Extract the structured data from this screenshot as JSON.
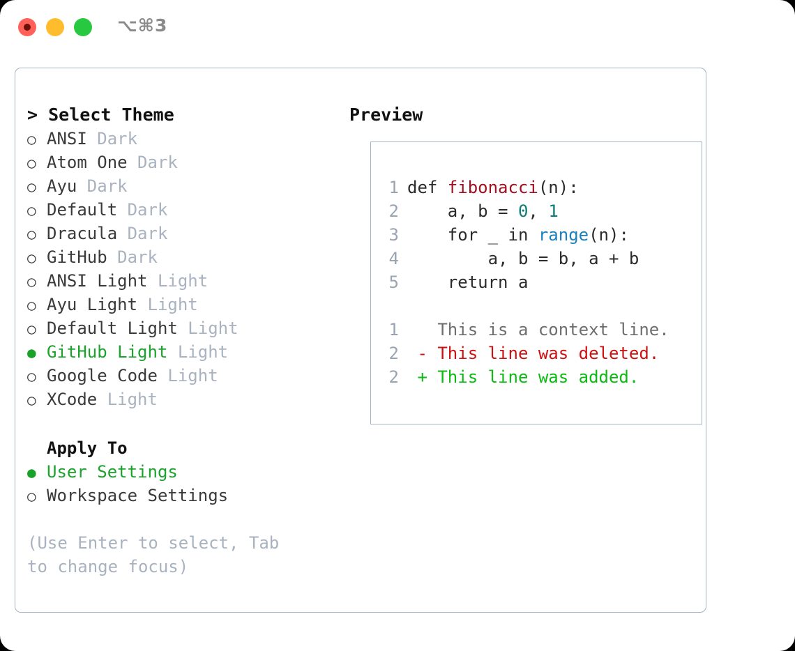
{
  "titlebar": {
    "traffic_lights": [
      {
        "name": "close",
        "color": "#ff6159"
      },
      {
        "name": "minimize",
        "color": "#ffbd2e"
      },
      {
        "name": "maximize",
        "color": "#28c840"
      }
    ],
    "shortcut": "⌥⌘3"
  },
  "theme_panel": {
    "header_prefix": ">",
    "header": "Select Theme",
    "bullet_empty": "○",
    "bullet_filled": "●",
    "items": [
      {
        "label": "ANSI",
        "kind": "Dark",
        "selected": false
      },
      {
        "label": "Atom One",
        "kind": "Dark",
        "selected": false
      },
      {
        "label": "Ayu",
        "kind": "Dark",
        "selected": false
      },
      {
        "label": "Default",
        "kind": "Dark",
        "selected": false
      },
      {
        "label": "Dracula",
        "kind": "Dark",
        "selected": false
      },
      {
        "label": "GitHub",
        "kind": "Dark",
        "selected": false
      },
      {
        "label": "ANSI Light",
        "kind": "Light",
        "selected": false
      },
      {
        "label": "Ayu Light",
        "kind": "Light",
        "selected": false
      },
      {
        "label": "Default Light",
        "kind": "Light",
        "selected": false
      },
      {
        "label": "GitHub Light",
        "kind": "Light",
        "selected": true
      },
      {
        "label": "Google Code",
        "kind": "Light",
        "selected": false
      },
      {
        "label": "XCode",
        "kind": "Light",
        "selected": false
      }
    ]
  },
  "apply_to": {
    "header": "Apply To",
    "options": [
      {
        "label": "User Settings",
        "selected": true
      },
      {
        "label": "Workspace Settings",
        "selected": false
      }
    ]
  },
  "hint": "(Use Enter to select, Tab to change focus)",
  "preview": {
    "title": "Preview",
    "code_lines": [
      {
        "number": "1",
        "tokens": [
          {
            "text": "def ",
            "type": "plain"
          },
          {
            "text": "fibonacci",
            "type": "func"
          },
          {
            "text": "(n):",
            "type": "plain"
          }
        ]
      },
      {
        "number": "2",
        "tokens": [
          {
            "text": "    a, b = ",
            "type": "plain"
          },
          {
            "text": "0",
            "type": "num"
          },
          {
            "text": ", ",
            "type": "plain"
          },
          {
            "text": "1",
            "type": "num"
          }
        ]
      },
      {
        "number": "3",
        "tokens": [
          {
            "text": "    for _ in ",
            "type": "plain"
          },
          {
            "text": "range",
            "type": "builtin"
          },
          {
            "text": "(n):",
            "type": "plain"
          }
        ]
      },
      {
        "number": "4",
        "tokens": [
          {
            "text": "        a, b = b, a + b",
            "type": "plain"
          }
        ]
      },
      {
        "number": "5",
        "tokens": [
          {
            "text": "    return a",
            "type": "plain"
          }
        ]
      }
    ],
    "diff_lines": [
      {
        "number": "1",
        "marker": " ",
        "text": "This is a context line.",
        "type": "ctx"
      },
      {
        "number": "2",
        "marker": "-",
        "text": "This line was deleted.",
        "type": "del"
      },
      {
        "number": "2",
        "marker": "+",
        "text": "This line was added.",
        "type": "add"
      }
    ]
  },
  "colors": {
    "accent_green": "#1aa32b",
    "diff_add": "#0bbb11",
    "diff_delete": "#cc1111",
    "muted": "#a9b3c0",
    "border": "#a7b2c2",
    "func": "#a01020",
    "number": "#0d7c77",
    "builtin": "#1a7fbd"
  }
}
